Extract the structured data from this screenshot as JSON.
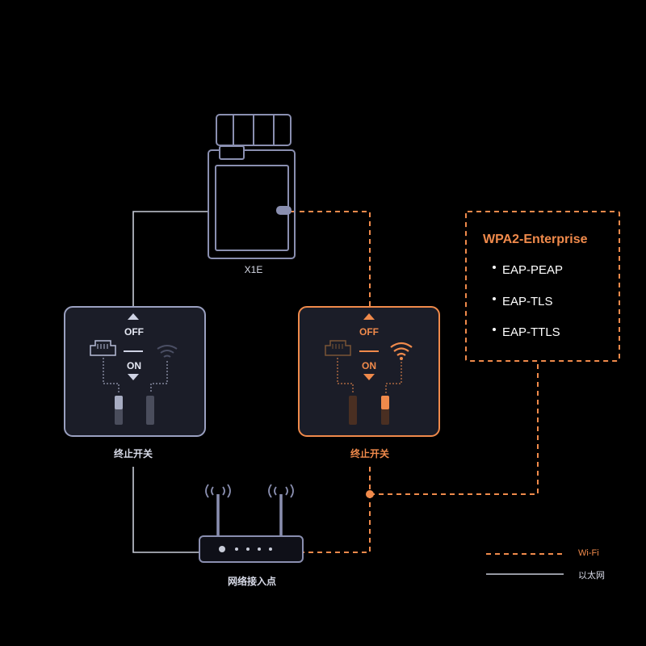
{
  "device": {
    "name": "X1E"
  },
  "switch_left": {
    "off_label": "OFF",
    "on_label": "ON",
    "caption": "终止开关"
  },
  "switch_right": {
    "off_label": "OFF",
    "on_label": "ON",
    "caption": "终止开关"
  },
  "router": {
    "caption": "网络接入点"
  },
  "auth_box": {
    "title": "WPA2-Enterprise",
    "methods": [
      "EAP-PEAP",
      "EAP-TLS",
      "EAP-TTLS"
    ]
  },
  "legend": [
    {
      "label": "Wi-Fi",
      "style": "dashed",
      "color": "#f08a4b"
    },
    {
      "label": "以太网",
      "style": "solid",
      "color": "#c8ccd8"
    }
  ],
  "colors": {
    "orange": "#f08a4b",
    "line": "#c8ccd8",
    "device_stroke": "#8a8fb0",
    "panel_stroke": "#9aa0c0"
  }
}
